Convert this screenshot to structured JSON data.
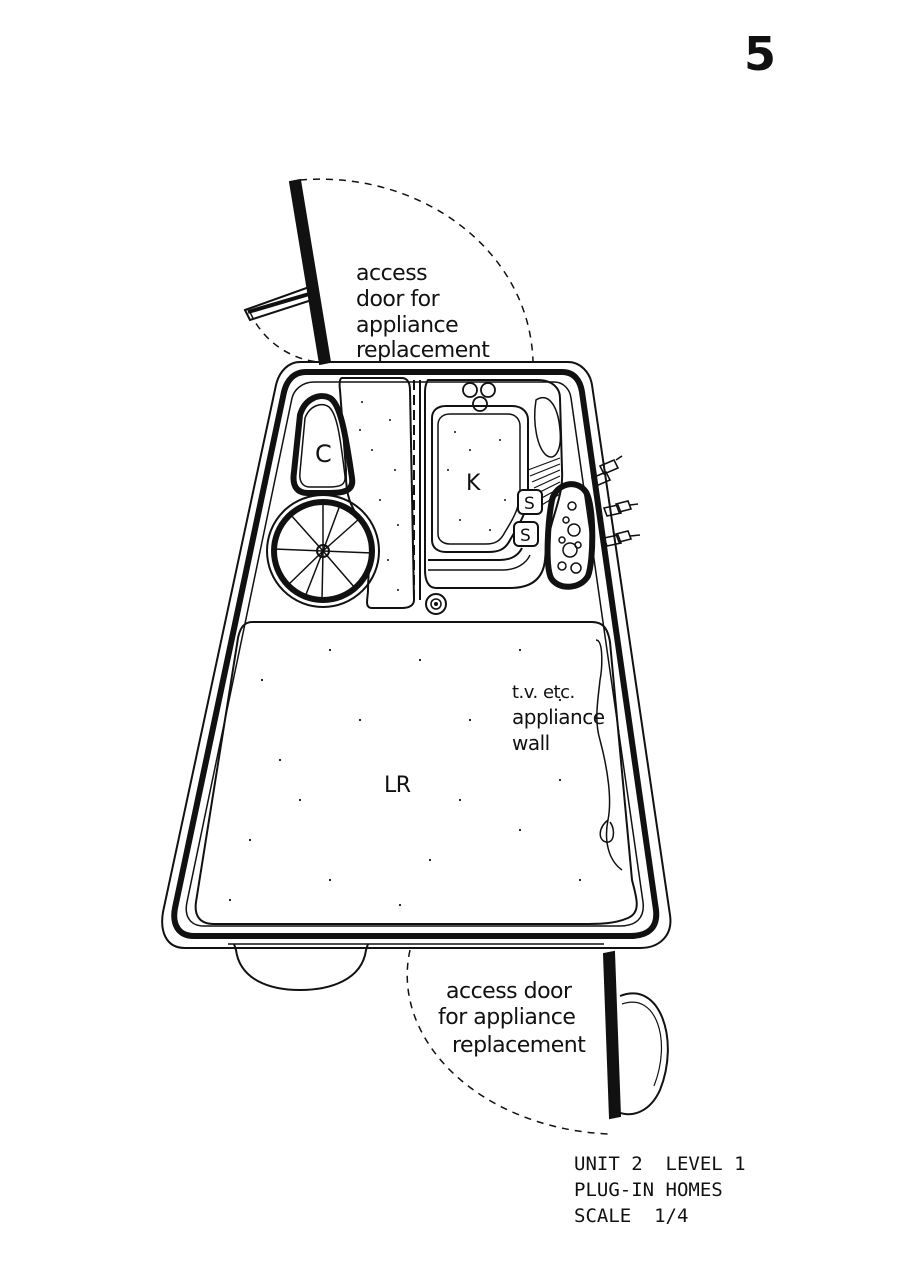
{
  "sheet": {
    "page_number": "5"
  },
  "annotations": {
    "top_door": [
      "access",
      "door for",
      "appliance",
      "replacement"
    ],
    "bottom_door": [
      "access door",
      "for appliance",
      "replacement"
    ],
    "appliance_wall": [
      "t.v. etc.",
      "appliance",
      "wall"
    ]
  },
  "rooms": {
    "closet": "C",
    "kitchen": "K",
    "sink_1": "S",
    "sink_2": "S",
    "living_room": "LR"
  },
  "title_block": [
    "UNIT 2  LEVEL 1",
    "PLUG-IN HOMES",
    "SCALE  1/4"
  ],
  "colors": {
    "ink": "#111111",
    "paper": "#ffffff"
  }
}
